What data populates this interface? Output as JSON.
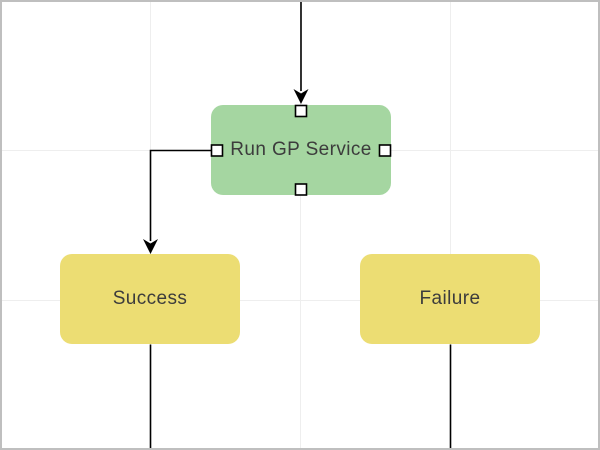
{
  "diagram": {
    "nodes": [
      {
        "id": "run-gp-service",
        "label": "Run GP Service",
        "shape": "rounded-rectangle",
        "fill": "#a5d6a1",
        "selected": true,
        "ports_visible": [
          "top",
          "left",
          "right",
          "bottom"
        ]
      },
      {
        "id": "success",
        "label": "Success",
        "shape": "rounded-rectangle",
        "fill": "#ecdd73",
        "selected": false,
        "ports_visible": []
      },
      {
        "id": "failure",
        "label": "Failure",
        "shape": "rounded-rectangle",
        "fill": "#ecdd73",
        "selected": false,
        "ports_visible": []
      }
    ],
    "connectors": [
      {
        "from": "offscreen-top",
        "to": "run-gp-service",
        "arrowhead": true,
        "route": "straight-vertical"
      },
      {
        "from": "run-gp-service",
        "to": "success",
        "arrowhead": true,
        "route": "elbow-left-then-down"
      },
      {
        "from": "success",
        "to": "offscreen-bottom",
        "arrowhead": false,
        "route": "straight-vertical"
      },
      {
        "from": "failure",
        "to": "offscreen-bottom",
        "arrowhead": false,
        "route": "straight-vertical"
      }
    ],
    "colors": {
      "background": "#ffffff",
      "grid": "#eeeeee",
      "canvas_border": "#bfbfbf",
      "connector": "#000000",
      "node_green": "#a5d6a1",
      "node_yellow": "#ecdd73",
      "port_fill": "#ffffff",
      "port_border": "#000000",
      "text": "#3c3c3c"
    }
  }
}
